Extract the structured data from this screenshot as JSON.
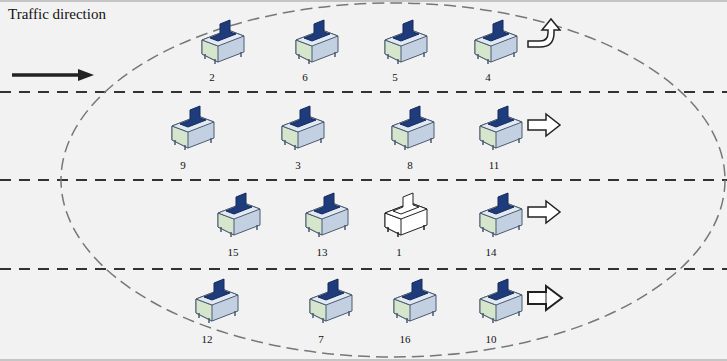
{
  "diagram": {
    "labels": [
      "Traffic direction",
      "2",
      "6",
      "5",
      "4",
      "9",
      "3",
      "8",
      "11",
      "15",
      "13",
      "1",
      "14",
      "12",
      "7",
      "16",
      "10"
    ]
  }
}
